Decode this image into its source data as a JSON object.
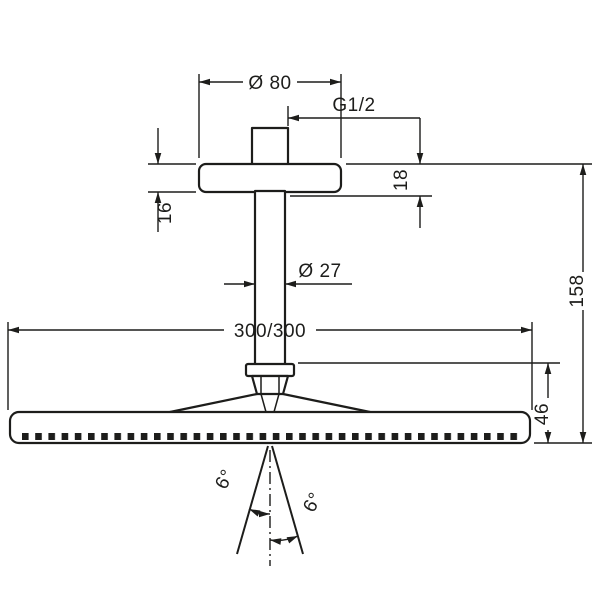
{
  "page": {
    "background": "#ffffff",
    "line_color": "#1d1d1b"
  },
  "drawing": {
    "description": "Ceiling-mounted overhead shower dimensional drawing",
    "labels": {
      "flange_diameter": "Ø 80",
      "thread": "G1/2",
      "flange_offset": "18",
      "flange_height": "16",
      "pipe_diameter": "Ø 27",
      "head_width": "300/300",
      "total_height": "158",
      "head_height": "46",
      "spray_angle_left": "6°",
      "spray_angle_right": "6°"
    }
  }
}
